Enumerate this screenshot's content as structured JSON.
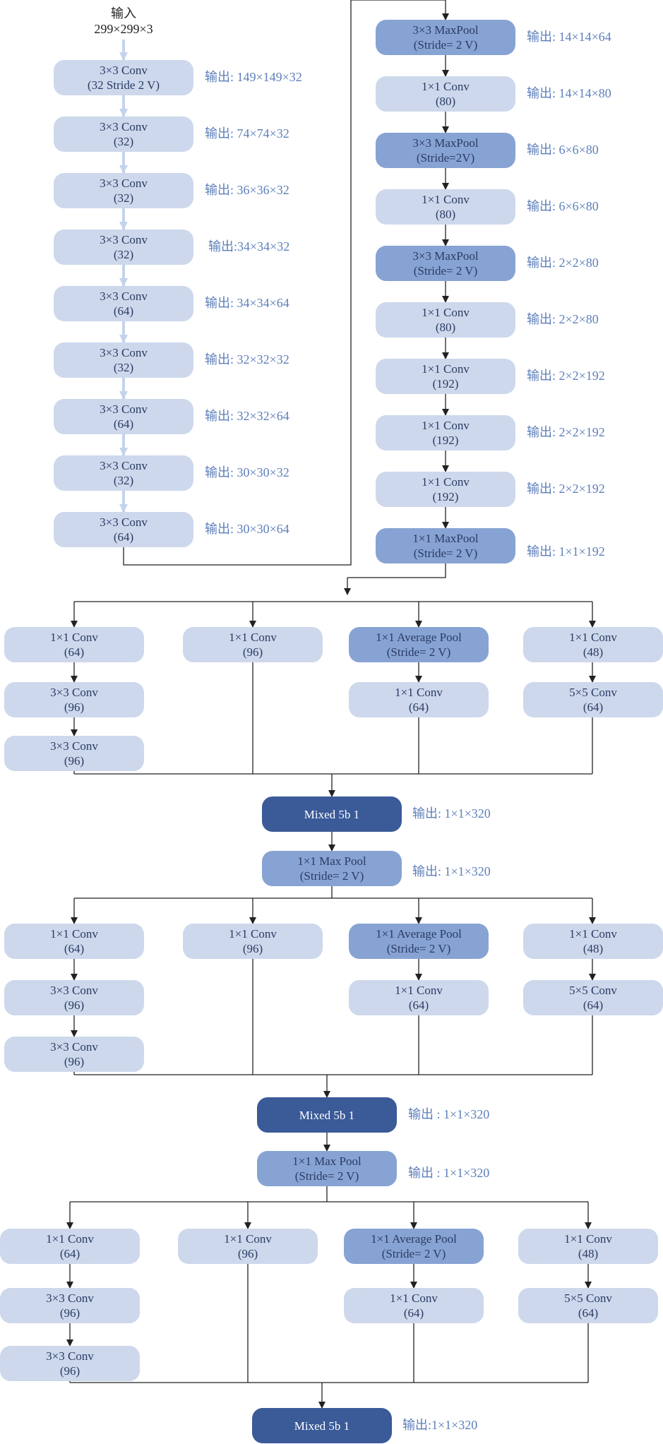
{
  "input": {
    "label": "输入",
    "size": "299×299×3"
  },
  "nodes": [
    {
      "id": "L1",
      "style": "light",
      "lines": [
        "3×3 Conv",
        "(32 Stride 2 V)"
      ],
      "output": "输出: 149×149×32"
    },
    {
      "id": "L2",
      "style": "light",
      "lines": [
        "3×3 Conv",
        "(32)"
      ],
      "output": "输出: 74×74×32"
    },
    {
      "id": "L3",
      "style": "light",
      "lines": [
        "3×3 Conv",
        "(32)"
      ],
      "output": "输出: 36×36×32"
    },
    {
      "id": "L4",
      "style": "light",
      "lines": [
        "3×3 Conv",
        "(32)"
      ],
      "output": "输出:34×34×32"
    },
    {
      "id": "L5",
      "style": "light",
      "lines": [
        "3×3 Conv",
        "(64)"
      ],
      "output": "输出: 34×34×64"
    },
    {
      "id": "L6",
      "style": "light",
      "lines": [
        "3×3 Conv",
        "(32)"
      ],
      "output": "输出: 32×32×32"
    },
    {
      "id": "L7",
      "style": "light",
      "lines": [
        "3×3 Conv",
        "(64)"
      ],
      "output": "输出: 32×32×64"
    },
    {
      "id": "L8",
      "style": "light",
      "lines": [
        "3×3 Conv",
        "(32)"
      ],
      "output": "输出: 30×30×32"
    },
    {
      "id": "L9",
      "style": "light",
      "lines": [
        "3×3 Conv",
        "(64)"
      ],
      "output": "输出: 30×30×64"
    },
    {
      "id": "R1",
      "style": "mid",
      "lines": [
        "3×3 MaxPool",
        "(Stride= 2 V)"
      ],
      "output": "输出: 14×14×64"
    },
    {
      "id": "R2",
      "style": "light",
      "lines": [
        "1×1 Conv",
        "(80)"
      ],
      "output": "输出: 14×14×80"
    },
    {
      "id": "R3",
      "style": "mid",
      "lines": [
        "3×3 MaxPool",
        "(Stride=2V)"
      ],
      "output": "输出: 6×6×80"
    },
    {
      "id": "R4",
      "style": "light",
      "lines": [
        "1×1 Conv",
        "(80)"
      ],
      "output": "输出: 6×6×80"
    },
    {
      "id": "R5",
      "style": "mid",
      "lines": [
        "3×3 MaxPool",
        "(Stride= 2 V)"
      ],
      "output": "输出: 2×2×80"
    },
    {
      "id": "R6",
      "style": "light",
      "lines": [
        "1×1 Conv",
        "(80)"
      ],
      "output": "输出: 2×2×80"
    },
    {
      "id": "R7",
      "style": "light",
      "lines": [
        "1×1 Conv",
        "(192)"
      ],
      "output": "输出: 2×2×192"
    },
    {
      "id": "R8",
      "style": "light",
      "lines": [
        "1×1 Conv",
        "(192)"
      ],
      "output": "输出: 2×2×192"
    },
    {
      "id": "R9",
      "style": "light",
      "lines": [
        "1×1 Conv",
        "(192)"
      ],
      "output": "输出: 2×2×192"
    },
    {
      "id": "R10",
      "style": "mid",
      "lines": [
        "1×1 MaxPool",
        "(Stride= 2 V)"
      ],
      "output": "输出: 1×1×192"
    },
    {
      "id": "A1",
      "style": "light",
      "lines": [
        "1×1 Conv",
        "(64)"
      ]
    },
    {
      "id": "A2",
      "style": "light",
      "lines": [
        "3×3 Conv",
        "(96)"
      ]
    },
    {
      "id": "A3",
      "style": "light",
      "lines": [
        "3×3 Conv",
        "(96)"
      ]
    },
    {
      "id": "A4",
      "style": "light",
      "lines": [
        "1×1 Conv",
        "(96)"
      ]
    },
    {
      "id": "A5",
      "style": "mid",
      "lines": [
        "1×1 Average Pool",
        "(Stride= 2 V)"
      ]
    },
    {
      "id": "A6",
      "style": "light",
      "lines": [
        "1×1 Conv",
        "(64)"
      ]
    },
    {
      "id": "A7",
      "style": "light",
      "lines": [
        "1×1 Conv",
        "(48)"
      ]
    },
    {
      "id": "A8",
      "style": "light",
      "lines": [
        "5×5 Conv",
        "(64)"
      ]
    },
    {
      "id": "M1",
      "style": "dark",
      "lines": [
        "Mixed 5b 1"
      ],
      "output": "输出: 1×1×320"
    },
    {
      "id": "P1",
      "style": "mid",
      "lines": [
        "1×1 Max Pool",
        "(Stride= 2 V)"
      ],
      "output": "输出: 1×1×320"
    },
    {
      "id": "B1",
      "style": "light",
      "lines": [
        "1×1 Conv",
        "(64)"
      ]
    },
    {
      "id": "B2",
      "style": "light",
      "lines": [
        "3×3 Conv",
        "(96)"
      ]
    },
    {
      "id": "B3",
      "style": "light",
      "lines": [
        "3×3 Conv",
        "(96)"
      ]
    },
    {
      "id": "B4",
      "style": "light",
      "lines": [
        "1×1 Conv",
        "(96)"
      ]
    },
    {
      "id": "B5",
      "style": "mid",
      "lines": [
        "1×1 Average Pool",
        "(Stride= 2 V)"
      ]
    },
    {
      "id": "B6",
      "style": "light",
      "lines": [
        "1×1 Conv",
        "(64)"
      ]
    },
    {
      "id": "B7",
      "style": "light",
      "lines": [
        "1×1 Conv",
        "(48)"
      ]
    },
    {
      "id": "B8",
      "style": "light",
      "lines": [
        "5×5 Conv",
        "(64)"
      ]
    },
    {
      "id": "M2",
      "style": "dark",
      "lines": [
        "Mixed 5b 1"
      ],
      "output": "输出 : 1×1×320"
    },
    {
      "id": "P2",
      "style": "mid",
      "lines": [
        "1×1 Max Pool",
        "(Stride= 2 V)"
      ],
      "output": "输出 : 1×1×320"
    },
    {
      "id": "C1",
      "style": "light",
      "lines": [
        "1×1 Conv",
        "(64)"
      ]
    },
    {
      "id": "C2",
      "style": "light",
      "lines": [
        "3×3 Conv",
        "(96)"
      ]
    },
    {
      "id": "C3",
      "style": "light",
      "lines": [
        "3×3 Conv",
        "(96)"
      ]
    },
    {
      "id": "C4",
      "style": "light",
      "lines": [
        "1×1 Conv",
        "(96)"
      ]
    },
    {
      "id": "C5",
      "style": "mid",
      "lines": [
        "1×1 Average Pool",
        "(Stride= 2 V)"
      ]
    },
    {
      "id": "C6",
      "style": "light",
      "lines": [
        "1×1 Conv",
        "(64)"
      ]
    },
    {
      "id": "C7",
      "style": "light",
      "lines": [
        "1×1 Conv",
        "(48)"
      ]
    },
    {
      "id": "C8",
      "style": "light",
      "lines": [
        "5×5 Conv",
        "(64)"
      ]
    },
    {
      "id": "M3",
      "style": "dark",
      "lines": [
        "Mixed 5b 1"
      ],
      "output": "输出:1×1×320"
    }
  ],
  "colors": {
    "light": "#cdd8ec",
    "mid": "#87a3d3",
    "dark": "#3a5a98",
    "output_text": "#5d7fba",
    "left_arrow": "#c4d3ec",
    "line": "#222222"
  }
}
